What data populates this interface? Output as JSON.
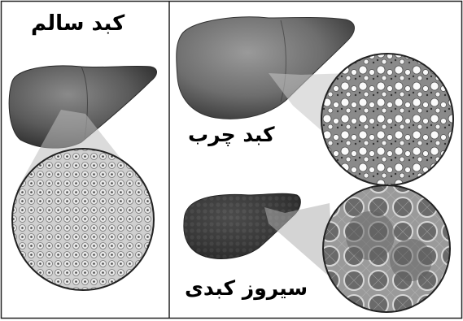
{
  "panels": {
    "healthy": {
      "label": "کبد سالم",
      "texture": "uniform-cells"
    },
    "fatty": {
      "label": "کبد چرب",
      "texture": "fat-vacuoles"
    },
    "cirrhosis": {
      "label": "سیروز کبدی",
      "texture": "fibrous-nodules"
    }
  },
  "colors": {
    "liver_healthy": "#5a5a5a",
    "liver_fatty": "#6e6e6e",
    "liver_cirrhosis": "#3c3c3c",
    "border": "#222222",
    "background": "#ffffff"
  }
}
